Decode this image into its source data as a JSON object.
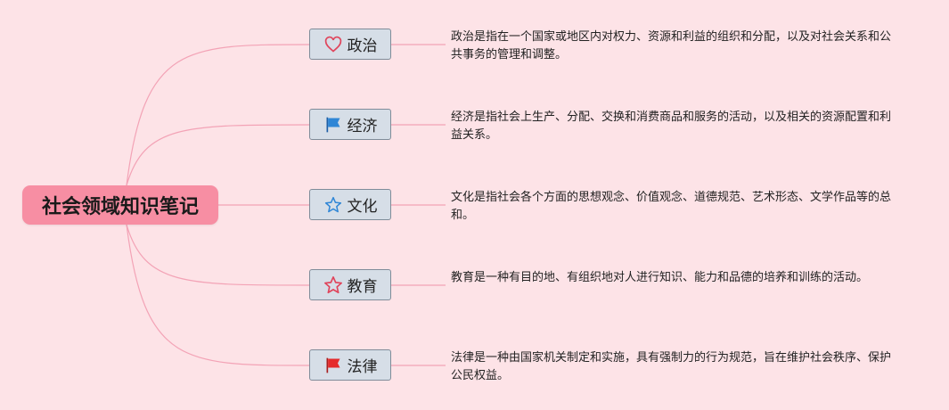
{
  "colors": {
    "background": "#fde3e7",
    "root_fill": "#f78ea3",
    "topic_fill": "#d6dee7",
    "topic_border": "#7f8c99",
    "connector": "#f3a3b6"
  },
  "root": {
    "label": "社会领域知识笔记"
  },
  "topics": [
    {
      "label": "政治",
      "icon": "heart-icon",
      "description": "政治是指在一个国家或地区内对权力、资源和利益的组织和分配，以及对社会关系和公共事务的管理和调整。"
    },
    {
      "label": "经济",
      "icon": "blue-flag-icon",
      "description": "经济是指社会上生产、分配、交换和消费商品和服务的活动，以及相关的资源配置和利益关系。"
    },
    {
      "label": "文化",
      "icon": "star-outline-blue-icon",
      "description": "文化是指社会各个方面的思想观念、价值观念、道德规范、艺术形态、文学作品等的总和。"
    },
    {
      "label": "教育",
      "icon": "star-outline-red-icon",
      "description": "教育是一种有目的地、有组织地对人进行知识、能力和品德的培养和训练的活动。"
    },
    {
      "label": "法律",
      "icon": "red-flag-icon",
      "description": "法律是一种由国家机关制定和实施，具有强制力的行为规范，旨在维护社会秩序、保护公民权益。"
    }
  ]
}
